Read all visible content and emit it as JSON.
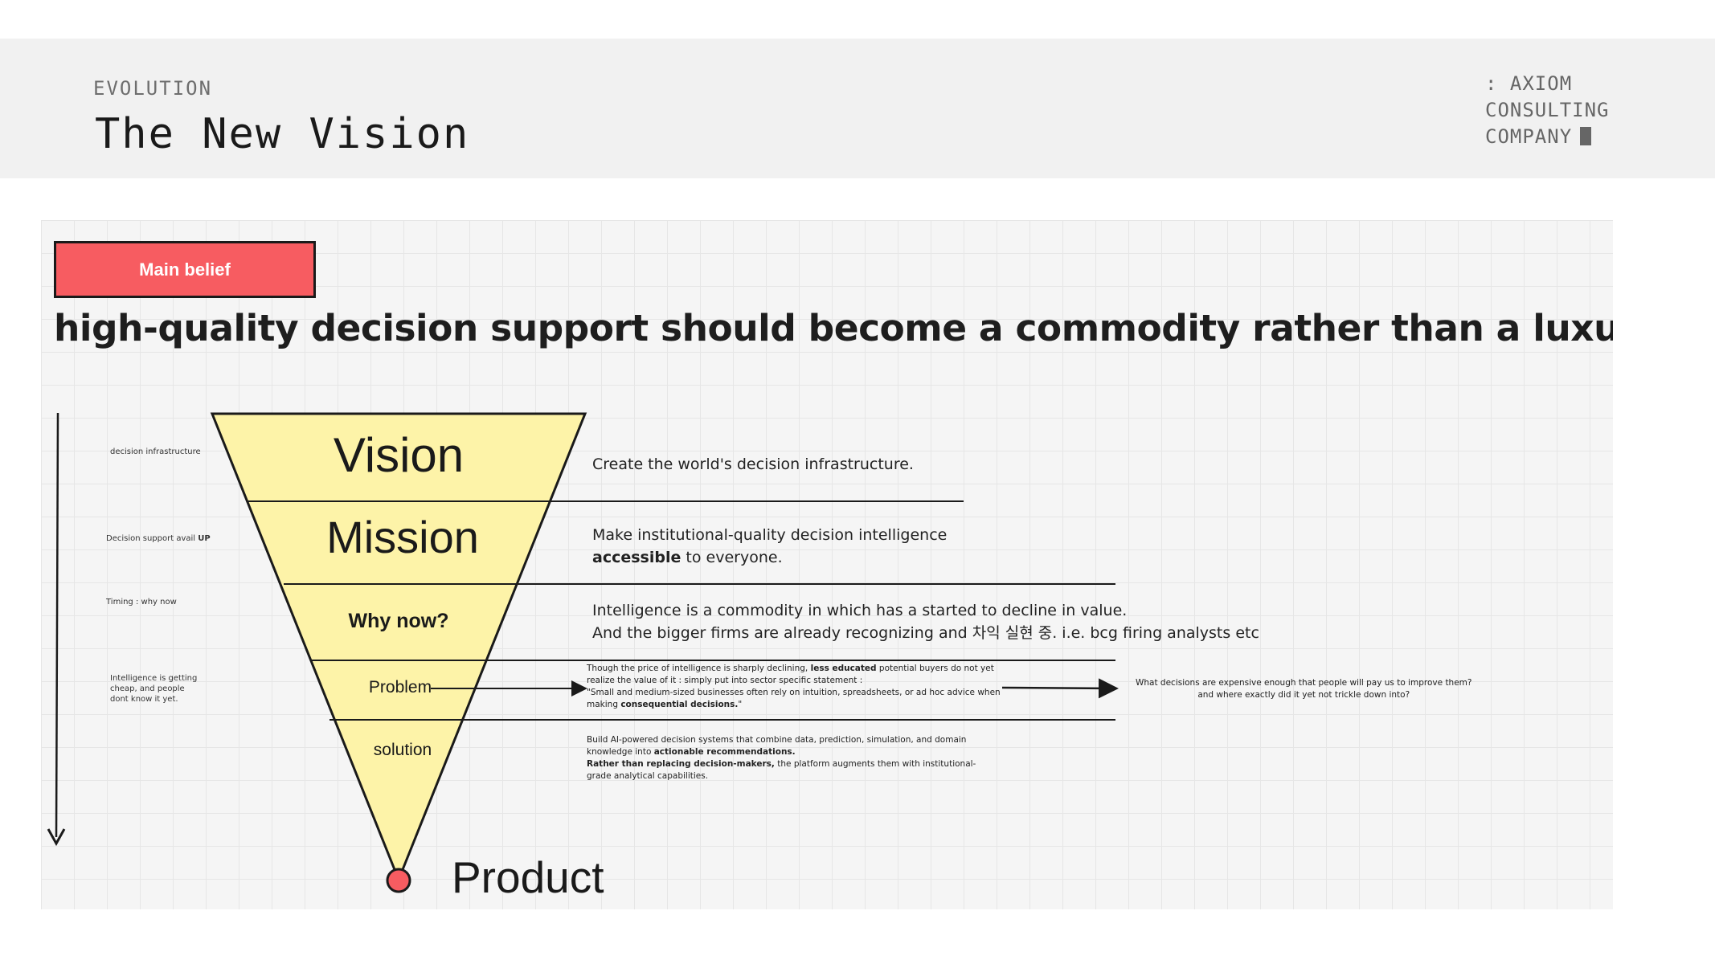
{
  "header": {
    "eyebrow": "EVOLUTION",
    "title": "The New Vision",
    "brand_lines": [
      ": AXIOM",
      "CONSULTING",
      "COMPANY"
    ]
  },
  "board": {
    "tag": "Main belief",
    "belief": "high-quality decision support should become a commodity rather than a luxury.",
    "side_notes": {
      "n1": "decision infrastructure",
      "n2_plain": "Decision support avail ",
      "n2_bold": "UP",
      "n3": "Timing : why now",
      "n4_l1": "Intelligence is getting",
      "n4_l2": "cheap, and people",
      "n4_l3": "dont know it yet."
    },
    "levels": {
      "vision": "Vision",
      "mission": "Mission",
      "why_now": "Why now?",
      "problem": "Problem",
      "solution": "solution",
      "product": "Product"
    },
    "descriptions": {
      "vision": "Create the world's decision infrastructure.",
      "mission_l1": "Make institutional-quality decision intelligence",
      "mission_bold": "accessible",
      "mission_rest": " to everyone.",
      "why_l1": "Intelligence is a commodity in which has a started to decline in value.",
      "why_l2": "And the bigger firms are already recognizing and 차익 실현 중. i.e. bcg firing analysts etc",
      "problem_l1a": "Though the price of intelligence is sharply declining, ",
      "problem_l1b": "less educated",
      "problem_l1c": " potential buyers do not yet",
      "problem_l2": "realize the value of it : simply put into sector specific statement :",
      "problem_l3": "\"Small and medium-sized businesses often rely on intuition, spreadsheets, or ad hoc advice when",
      "problem_l4a": "making ",
      "problem_l4b": "consequential decisions.",
      "problem_l4c": "\"",
      "question_l1": "What decisions are expensive enough that people will pay us to improve them?",
      "question_l2": "and where exactly did it yet not trickle down into?",
      "solution_l1": "Build AI-powered decision systems that combine data, prediction, simulation, and domain",
      "solution_l2a": "knowledge into ",
      "solution_l2b": "actionable recommendations.",
      "solution_l3a": "Rather than replacing decision-makers,",
      "solution_l3b": " the platform augments them with institutional-",
      "solution_l4": "grade analytical capabilities."
    }
  },
  "colors": {
    "tag_red": "#f75c61",
    "funnel_fill": "#fdf3a8",
    "product_dot": "#f75c61",
    "header_bg": "#f1f1f1"
  }
}
